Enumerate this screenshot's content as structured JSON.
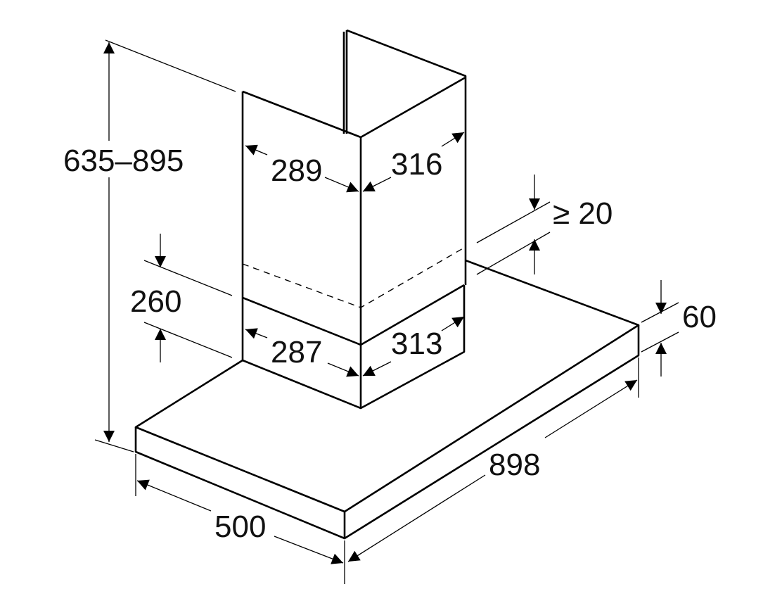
{
  "title": "Chimney range hood dimensional drawing",
  "dimensions": {
    "total_height": "635–895",
    "upper_chimney_width": "289",
    "upper_chimney_depth": "316",
    "lower_chimney_width": "287",
    "lower_chimney_depth": "313",
    "chimney_overlap": "260",
    "min_clearance": "≥ 20",
    "canopy_thickness": "60",
    "canopy_width": "898",
    "canopy_depth": "500"
  },
  "colors": {
    "line": "#000000",
    "background": "#ffffff"
  }
}
